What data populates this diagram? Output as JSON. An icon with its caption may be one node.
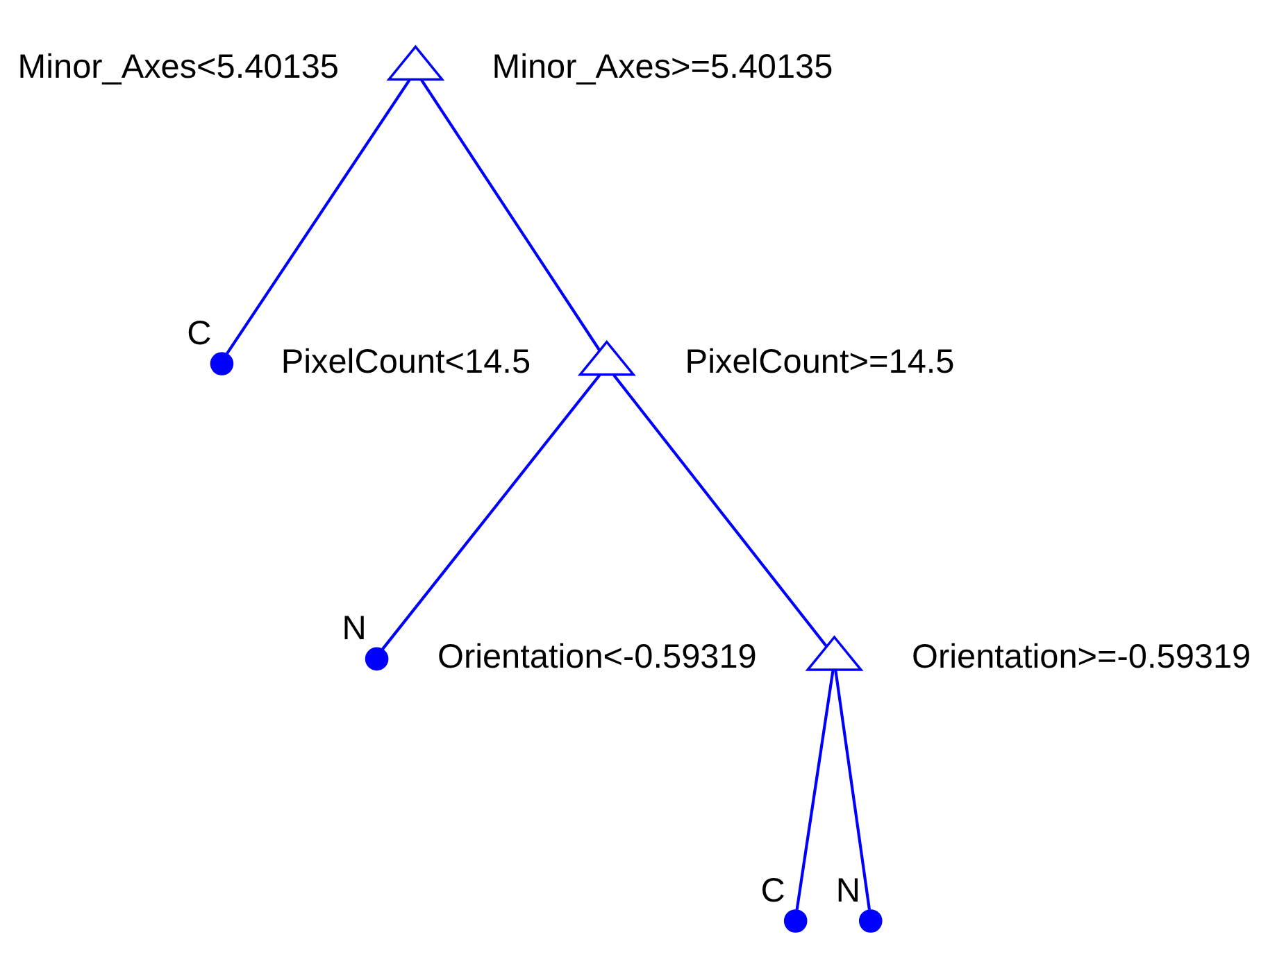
{
  "diagram": {
    "nodes": [
      {
        "text": [],
        "shape": "triangle",
        "beside": [
          "Minor_Axes<5.40135",
          "Minor_Axes>=5.40135"
        ]
      },
      {
        "text": [],
        "shape": "triangle",
        "beside": [
          "PixelCount<14.5",
          "PixelCount>=14.5"
        ]
      },
      {
        "text": [
          "C"
        ]
      },
      {
        "text": [
          "N"
        ]
      },
      {
        "text": [],
        "shape": "triangle",
        "beside": [
          "Orientation<-0.59319",
          "Orientation>=-0.59319"
        ]
      },
      {
        "text": [
          "C"
        ]
      },
      {
        "text": [
          "N"
        ]
      }
    ],
    "edges": [
      {
        "from": 0,
        "to": 1,
        "arrow": "none"
      },
      {
        "from": 0,
        "to": 2,
        "arrow": "none"
      },
      {
        "from": 1,
        "to": 3,
        "arrow": "none"
      },
      {
        "from": 1,
        "to": 4,
        "arrow": "none"
      },
      {
        "from": 4,
        "to": 5,
        "arrow": "none"
      },
      {
        "from": 4,
        "to": 6,
        "arrow": "none"
      }
    ]
  }
}
